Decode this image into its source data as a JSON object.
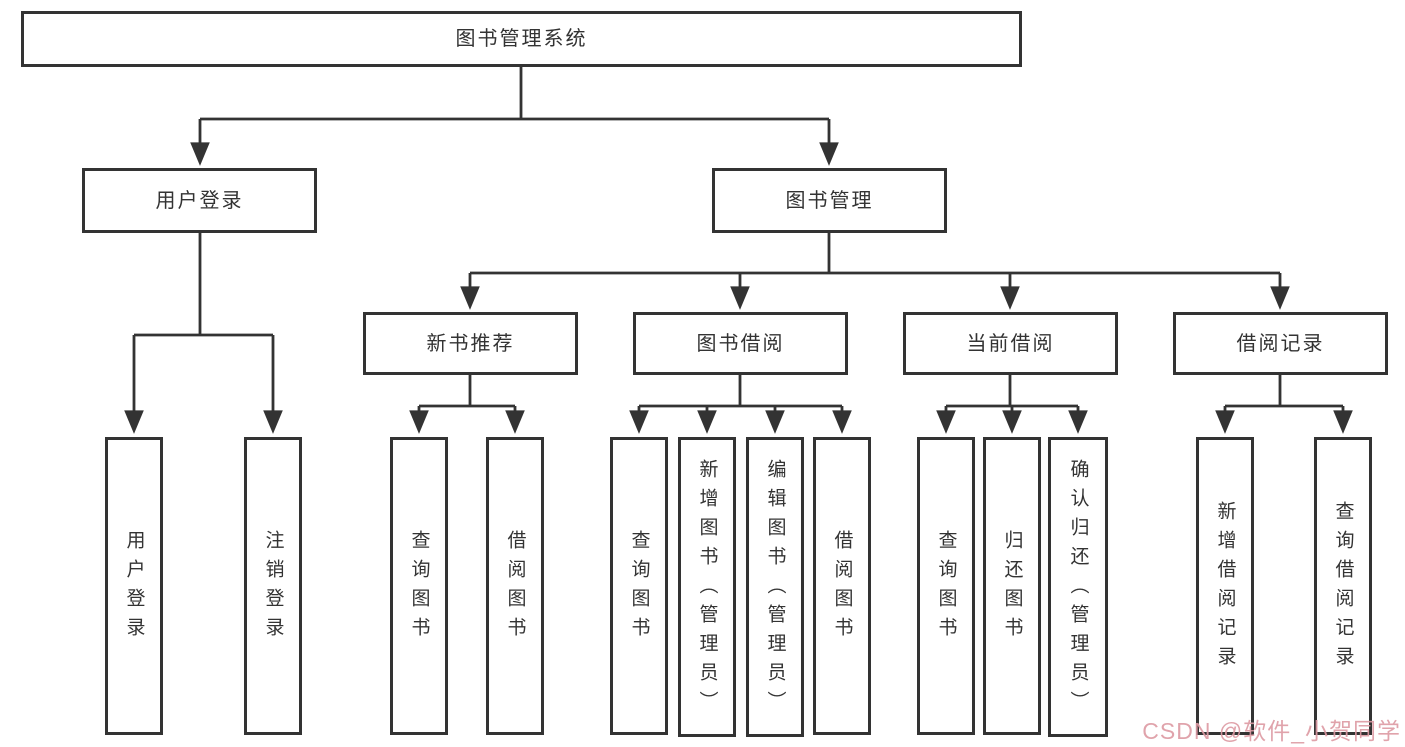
{
  "diagram": {
    "tree": {
      "root": {
        "label": "图书管理系统"
      },
      "branches": [
        {
          "label": "用户登录",
          "children": [
            {
              "label": "用户登录"
            },
            {
              "label": "注销登录"
            }
          ]
        },
        {
          "label": "图书管理",
          "children": [
            {
              "label": "新书推荐",
              "children": [
                {
                  "label": "查询图书"
                },
                {
                  "label": "借阅图书"
                }
              ]
            },
            {
              "label": "图书借阅",
              "children": [
                {
                  "label": "查询图书"
                },
                {
                  "label": "新增图书（管理员）"
                },
                {
                  "label": "编辑图书（管理员）"
                },
                {
                  "label": "借阅图书"
                }
              ]
            },
            {
              "label": "当前借阅",
              "children": [
                {
                  "label": "查询图书"
                },
                {
                  "label": "归还图书"
                },
                {
                  "label": "确认归还（管理员）"
                }
              ]
            },
            {
              "label": "借阅记录",
              "children": [
                {
                  "label": "新增借阅记录"
                },
                {
                  "label": "查询借阅记录"
                }
              ]
            }
          ]
        }
      ]
    }
  },
  "watermark": {
    "text": "CSDN @软件_小贺同学",
    "color": "#dd9aa3"
  },
  "colors": {
    "line": "#333333",
    "box_border": "#333333",
    "text": "#333333",
    "background": "#ffffff"
  }
}
